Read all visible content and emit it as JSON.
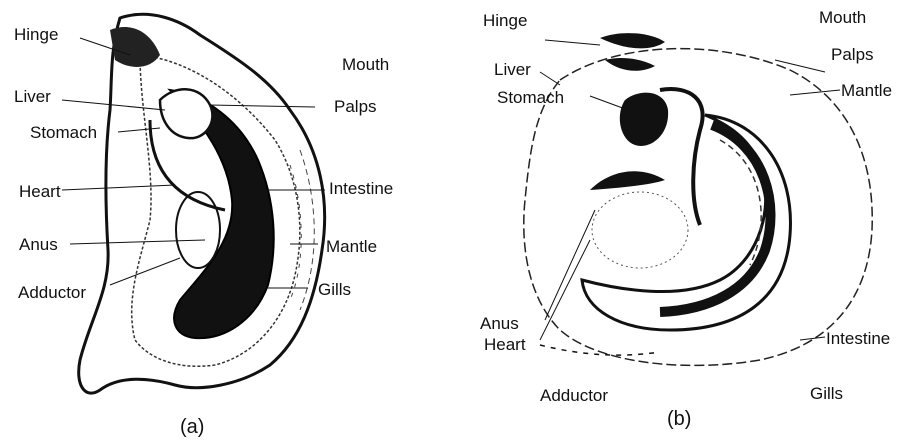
{
  "figure_a": {
    "caption": "(a)",
    "labels": {
      "hinge": "Hinge",
      "mouth": "Mouth",
      "liver": "Liver",
      "palps": "Palps",
      "stomach": "Stomach",
      "heart": "Heart",
      "intestine": "Intestine",
      "anus": "Anus",
      "mantle": "Mantle",
      "adductor": "Adductor",
      "gills": "Gills"
    }
  },
  "figure_b": {
    "caption": "(b)",
    "labels": {
      "hinge": "Hinge",
      "mouth": "Mouth",
      "liver": "Liver",
      "palps": "Palps",
      "stomach": "Stomach",
      "mantle": "Mantle",
      "anus": "Anus",
      "heart": "Heart",
      "intestine": "Intestine",
      "adductor": "Adductor",
      "gills": "Gills"
    }
  }
}
